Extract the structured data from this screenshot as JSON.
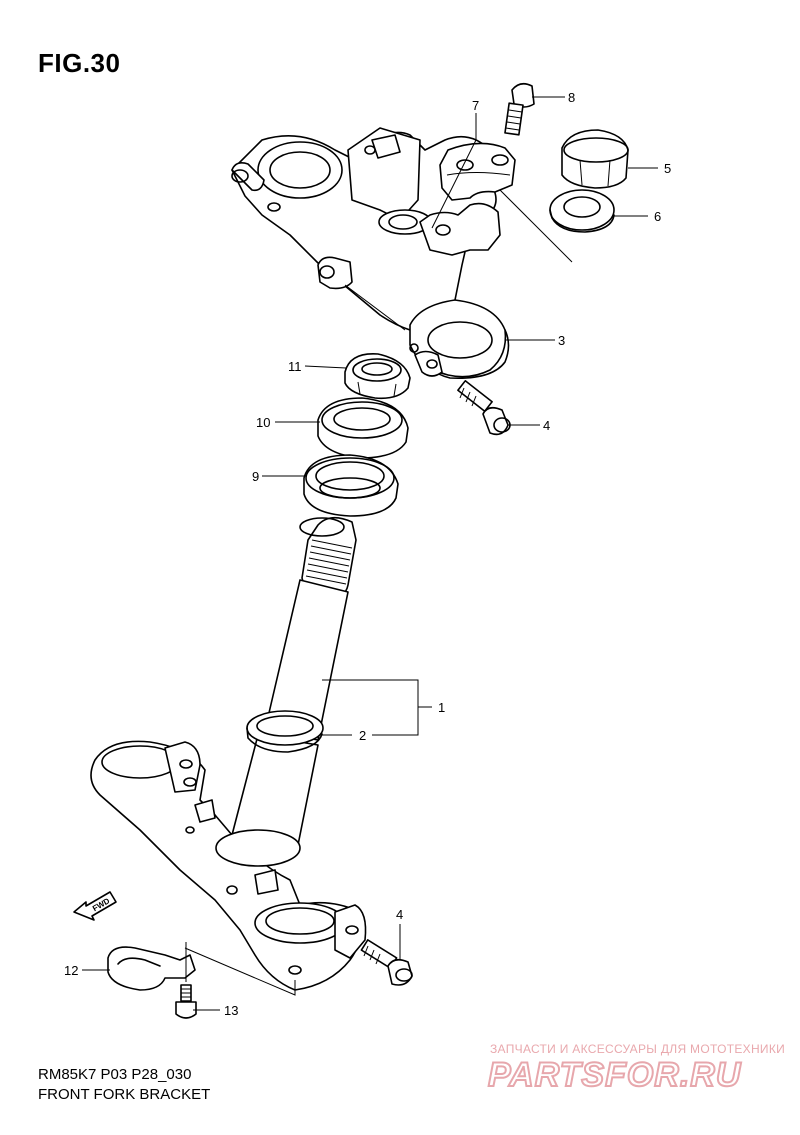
{
  "figure": {
    "title": "FIG.30",
    "model_code": "RM85K7  P03  P28_030",
    "section_name": "FRONT FORK BRACKET"
  },
  "watermark": {
    "tagline": "ЗАПЧАСТИ И АКСЕССУАРЫ ДЛЯ МОТОТЕХНИКИ",
    "logo": "PARTSFOR.RU",
    "color": "#e7a7ac"
  },
  "direction_label": "FWD",
  "callouts": {
    "p1": "1",
    "p2": "2",
    "p3": "3",
    "p4a": "4",
    "p4b": "4",
    "p5": "5",
    "p6": "6",
    "p7": "7",
    "p8": "8",
    "p9": "9",
    "p10": "10",
    "p11": "11",
    "p12": "12",
    "p13": "13"
  }
}
